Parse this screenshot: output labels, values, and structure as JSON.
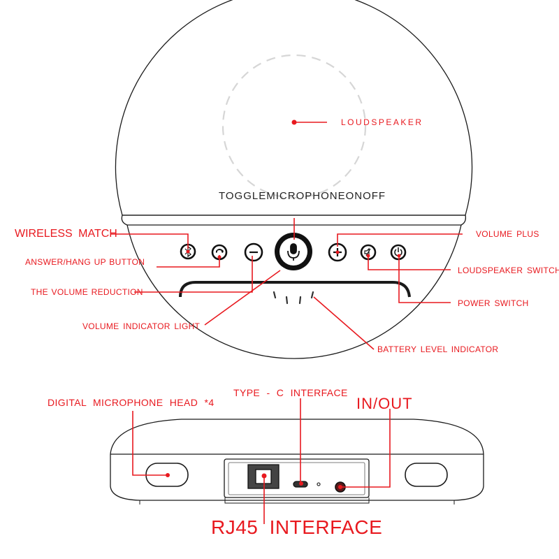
{
  "colors": {
    "label": "#e8191f",
    "outline": "#1a1a1a",
    "dashed": "#d6d6d6"
  },
  "top_view": {
    "loudspeaker": "LOUDSPEAKER",
    "toggle_mic": "TOGGLEMICROPHONEONOFF",
    "wireless_match": "WIRELESS  MATCH",
    "answer_hang_up": "ANSWER/HANG UP BUTTON",
    "volume_reduction": "THE VOLUME REDUCTION",
    "volume_indicator": "VOLUME    INDICATOR   LIGHT",
    "volume_plus": "VOLUME     PLUS",
    "loudspeaker_switch": "LOUDSPEAKER  SWITCH",
    "power_switch": "POWER  SWITCH",
    "battery_level": "BATTERY    LEVEL    INDICATOR"
  },
  "side_view": {
    "digital_mic": "DIGITAL  MICROPHONE  HEAD  *4",
    "type_c": "TYPE  -  C  INTERFACE",
    "in_out": "IN/OUT",
    "rj45": "RJ45  INTERFACE"
  },
  "icons": [
    "bluetooth-icon",
    "phone-icon",
    "minus-icon",
    "microphone-icon",
    "plus-icon",
    "speaker-mute-icon",
    "power-icon"
  ]
}
